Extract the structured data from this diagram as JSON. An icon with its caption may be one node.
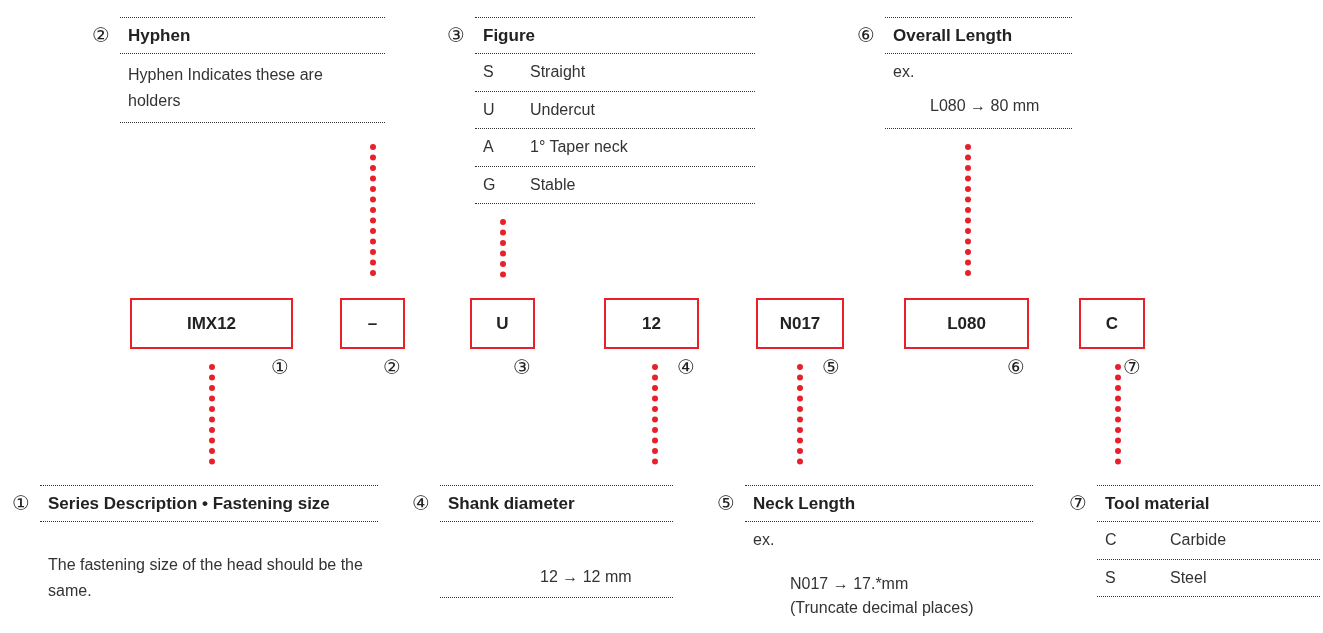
{
  "diagram": {
    "nodes": [
      {
        "text": [
          "Hyphen",
          "Hyphen Indicates these are holders"
        ],
        "beside": [
          "②"
        ]
      },
      {
        "text": [
          "Figure",
          "S",
          "Straight",
          "U",
          "Undercut",
          "A",
          "1° Taper neck",
          "G",
          "Stable"
        ],
        "beside": [
          "③"
        ]
      },
      {
        "text": [
          "Overall Length",
          "ex.",
          "L080 → 80 mm"
        ],
        "beside": [
          "⑥"
        ]
      },
      {
        "text": [
          "IMX12"
        ],
        "beside": [
          "①"
        ]
      },
      {
        "text": [
          "–"
        ],
        "beside": [
          "②"
        ]
      },
      {
        "text": [
          "U"
        ],
        "beside": [
          "③"
        ]
      },
      {
        "text": [
          "12"
        ],
        "beside": [
          "④"
        ]
      },
      {
        "text": [
          "N017"
        ],
        "beside": [
          "⑤"
        ]
      },
      {
        "text": [
          "L080"
        ],
        "beside": [
          "⑥"
        ]
      },
      {
        "text": [
          "C"
        ],
        "beside": [
          "⑦"
        ]
      },
      {
        "text": [
          "Series Description • Fastening size",
          "The fastening size of the head should be the same."
        ],
        "beside": [
          "①"
        ]
      },
      {
        "text": [
          "Shank diameter",
          "12 → 12 mm"
        ],
        "beside": [
          "④"
        ]
      },
      {
        "text": [
          "Neck Length",
          "ex.",
          "N017 → 17.*mm",
          "(Truncate decimal places)"
        ],
        "beside": [
          "⑤"
        ]
      },
      {
        "text": [
          "Tool material",
          "C",
          "Carbide",
          "S",
          "Steel"
        ],
        "beside": [
          "⑦"
        ]
      }
    ],
    "edges": [
      {
        "from": 0,
        "to": 4,
        "arrow": "none"
      },
      {
        "from": 1,
        "to": 5,
        "arrow": "none"
      },
      {
        "from": 2,
        "to": 8,
        "arrow": "none"
      },
      {
        "from": 3,
        "to": 10,
        "arrow": "none"
      },
      {
        "from": 6,
        "to": 11,
        "arrow": "none"
      },
      {
        "from": 7,
        "to": 12,
        "arrow": "none"
      },
      {
        "from": 9,
        "to": 13,
        "arrow": "none"
      }
    ]
  }
}
